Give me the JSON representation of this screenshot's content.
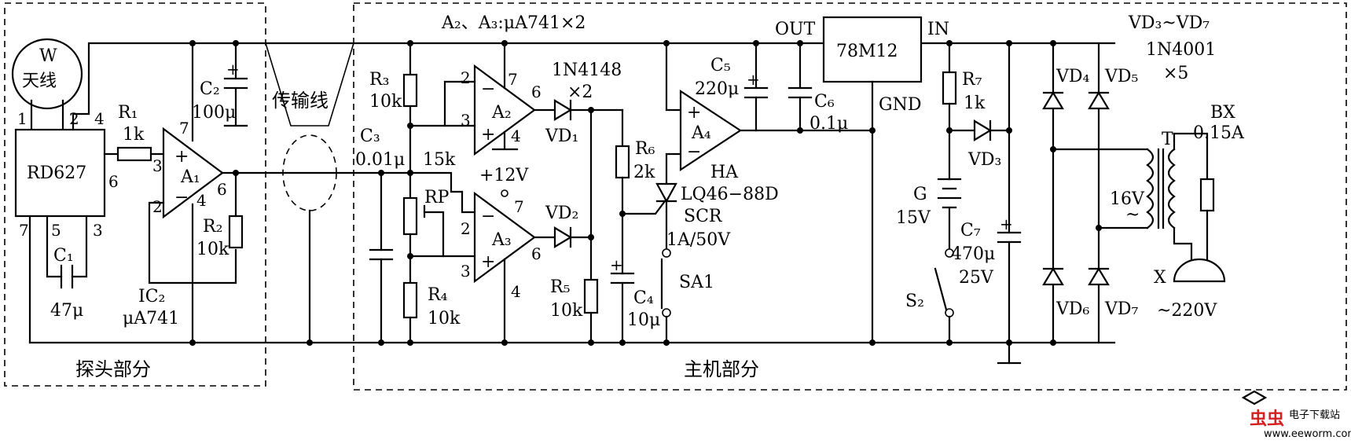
{
  "sections": {
    "probe": "探头部分",
    "host": "主机部分",
    "cable": "传输线"
  },
  "notes": {
    "opamps": "A₂、A₃:μA741×2",
    "diodes_top": "VD₃~VD₇",
    "diodes_type": "1N4001",
    "diodes_qty": "×5"
  },
  "antenna": {
    "letter": "W",
    "text": "天线"
  },
  "chip": {
    "name": "RD627",
    "pins": [
      "1",
      "2",
      "4",
      "6",
      "7",
      "5",
      "3"
    ]
  },
  "ic2": {
    "ref": "IC₂",
    "type": "μA741"
  },
  "amps": [
    {
      "ref": "A₁"
    },
    {
      "ref": "A₂"
    },
    {
      "ref": "A₃"
    },
    {
      "ref": "A₄"
    }
  ],
  "pins": {
    "a1": [
      "3",
      "2",
      "7",
      "4",
      "6"
    ],
    "a2": [
      "2",
      "3",
      "7",
      "6",
      "4"
    ],
    "a3": [
      "2",
      "3",
      "7",
      "6",
      "4"
    ]
  },
  "components": {
    "R1": {
      "ref": "R₁",
      "value": "1k"
    },
    "R2": {
      "ref": "R₂",
      "value": "10k"
    },
    "R3": {
      "ref": "R₃",
      "value": "10k"
    },
    "R4": {
      "ref": "R₄",
      "value": "10k"
    },
    "R5": {
      "ref": "R₅",
      "value": "10k"
    },
    "R6": {
      "ref": "R₆",
      "value": "2k"
    },
    "R7": {
      "ref": "R₇",
      "value": "1k"
    },
    "RP": {
      "ref": "RP",
      "value": "15k"
    },
    "C1": {
      "ref": "C₁",
      "value": "47μ"
    },
    "C2": {
      "ref": "C₂",
      "value": "100μ"
    },
    "C3": {
      "ref": "C₃",
      "value": "0.01μ"
    },
    "C4": {
      "ref": "C₄",
      "value": "10μ"
    },
    "C5": {
      "ref": "C₅",
      "value": "220μ"
    },
    "C6": {
      "ref": "C₆",
      "value": "0.1μ"
    },
    "C7": {
      "ref": "C₇",
      "value": "470μ",
      "voltage": "25V"
    },
    "VD1": {
      "ref": "VD₁"
    },
    "VD2": {
      "ref": "VD₂"
    },
    "VD3": {
      "ref": "VD₃"
    },
    "VD4": {
      "ref": "VD₄"
    },
    "VD5": {
      "ref": "VD₅"
    },
    "VD6": {
      "ref": "VD₆"
    },
    "VD7": {
      "ref": "VD₇"
    },
    "diode_type_1": "1N4148",
    "diode_qty_1": "×2",
    "supply": "+12V",
    "reg": {
      "name": "78M12",
      "out": "OUT",
      "in": "IN",
      "gnd": "GND"
    },
    "HA": {
      "ref": "HA",
      "part": "LQ46−88D"
    },
    "SCR": {
      "ref": "SCR",
      "rating": "1A/50V"
    },
    "SA1": {
      "ref": "SA1"
    },
    "battery": {
      "ref": "G",
      "value": "15V"
    },
    "S2": {
      "ref": "S₂"
    },
    "BX": {
      "ref": "BX",
      "value": "0.15A"
    },
    "T": {
      "ref": "T",
      "secondary": "16V",
      "ac": "~"
    },
    "plug": {
      "ref": "X",
      "value": "~220V"
    }
  },
  "watermark": {
    "logo": "虫虫",
    "name": "电子下载站",
    "url": "www.eeworm.com"
  },
  "colors": {
    "line": "#000000",
    "background": "#ffffff",
    "watermark": "#d42020"
  }
}
